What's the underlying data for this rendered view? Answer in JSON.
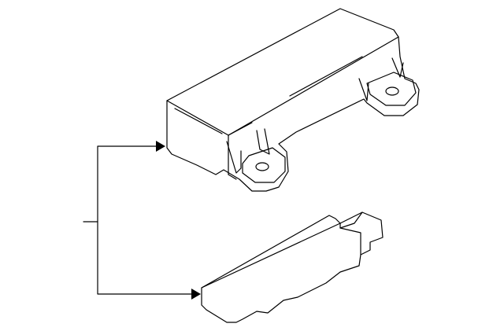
{
  "diagram": {
    "type": "parts-diagram",
    "callout_number": "",
    "parts": [
      {
        "id": "module-housing",
        "icon": "module-box-icon"
      },
      {
        "id": "bracket-plate",
        "icon": "bracket-plate-icon"
      }
    ],
    "colors": {
      "line": "#000000",
      "background": "#ffffff"
    }
  }
}
